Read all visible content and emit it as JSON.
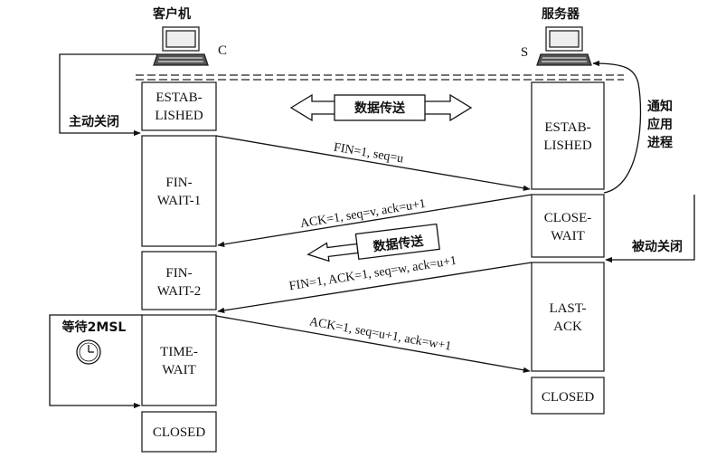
{
  "client": {
    "title": "客户机",
    "letter": "C"
  },
  "server": {
    "title": "服务器",
    "letter": "S"
  },
  "client_states": [
    "ESTAB-",
    "LISHED",
    "FIN-",
    "WAIT-1",
    "FIN-",
    "WAIT-2",
    "TIME-",
    "WAIT",
    "CLOSED"
  ],
  "server_states": [
    "ESTAB-",
    "LISHED",
    "CLOSE-",
    "WAIT",
    "LAST-",
    "ACK",
    "CLOSED"
  ],
  "messages": {
    "m1": "FIN=1, seq=u",
    "m2": "ACK=1, seq=v, ack=u+1",
    "m3": "FIN=1, ACK=1, seq=w, ack=u+1",
    "m4": "ACK=1, seq=u+1, ack=w+1"
  },
  "annotations": {
    "active_close": "主动关闭",
    "passive_close": "被动关闭",
    "notify_app": [
      "通知",
      "应用",
      "进程"
    ],
    "data_transfer_1": "数据传送",
    "data_transfer_2": "数据传送",
    "wait_2msl": "等待2MSL"
  }
}
